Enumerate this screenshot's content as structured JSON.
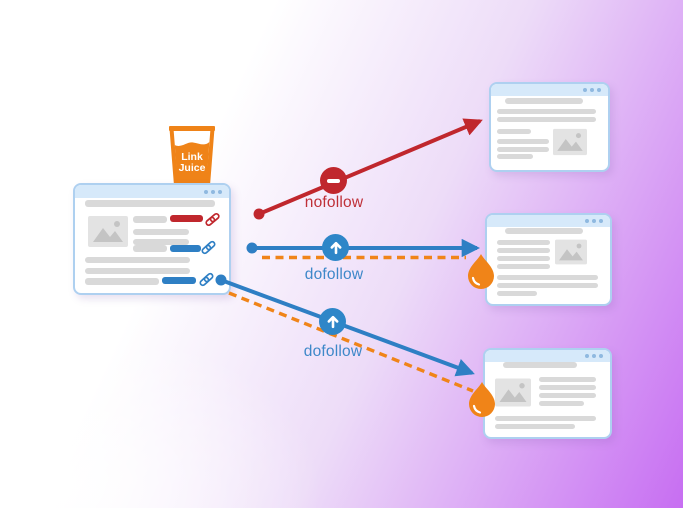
{
  "glass": {
    "line1": "Link",
    "line2": "Juice"
  },
  "connections": [
    {
      "label": "nofollow",
      "type": "nofollow",
      "color": "#c0272d",
      "badge_icon": "minus-icon",
      "passes_link_juice": false
    },
    {
      "label": "dofollow",
      "type": "dofollow",
      "color": "#2e7fc4",
      "badge_icon": "up-arrow-icon",
      "passes_link_juice": true
    },
    {
      "label": "dofollow",
      "type": "dofollow",
      "color": "#2e7fc4",
      "badge_icon": "up-arrow-icon",
      "passes_link_juice": true
    }
  ],
  "colors": {
    "red": "#c0272d",
    "blue": "#2e7fc4",
    "orange": "#f08418",
    "window_border": "#aed0f0",
    "window_header": "#d6e9fa",
    "placeholder_gray": "#d9d9d9",
    "background_purple": "#c76ef2"
  }
}
